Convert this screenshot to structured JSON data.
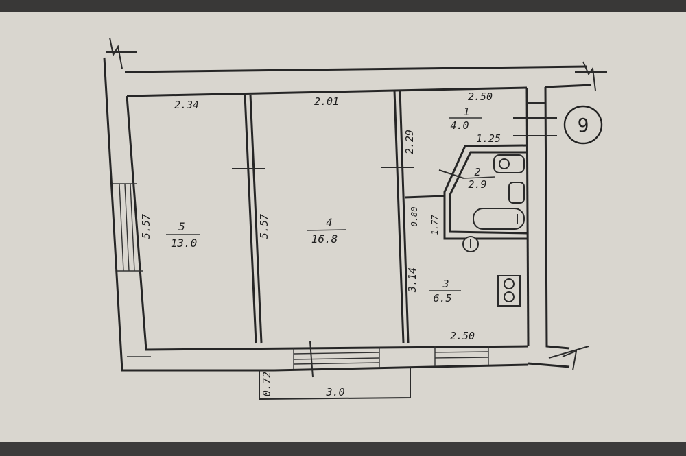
{
  "plan": {
    "apartment_number": "9",
    "rooms": [
      {
        "number": "5",
        "area": "13.0"
      },
      {
        "number": "4",
        "area": "16.8"
      },
      {
        "number": "1",
        "area": "4.0"
      },
      {
        "number": "2",
        "area": "2.9"
      },
      {
        "number": "3",
        "area": "6.5"
      }
    ],
    "dimensions": {
      "room5_width": "2.34",
      "room4_width": "2.01",
      "room1_width": "2.50",
      "room1_depth": "2.29",
      "bathroom_width": "1.25",
      "bath_door": "0.80",
      "bath_side": "1.77",
      "room5_length": "5.57",
      "room4_length": "5.57",
      "kitchen_depth": "3.14",
      "kitchen_width": "2.50",
      "balcony_depth": "0.72",
      "balcony_width": "3.0"
    }
  }
}
